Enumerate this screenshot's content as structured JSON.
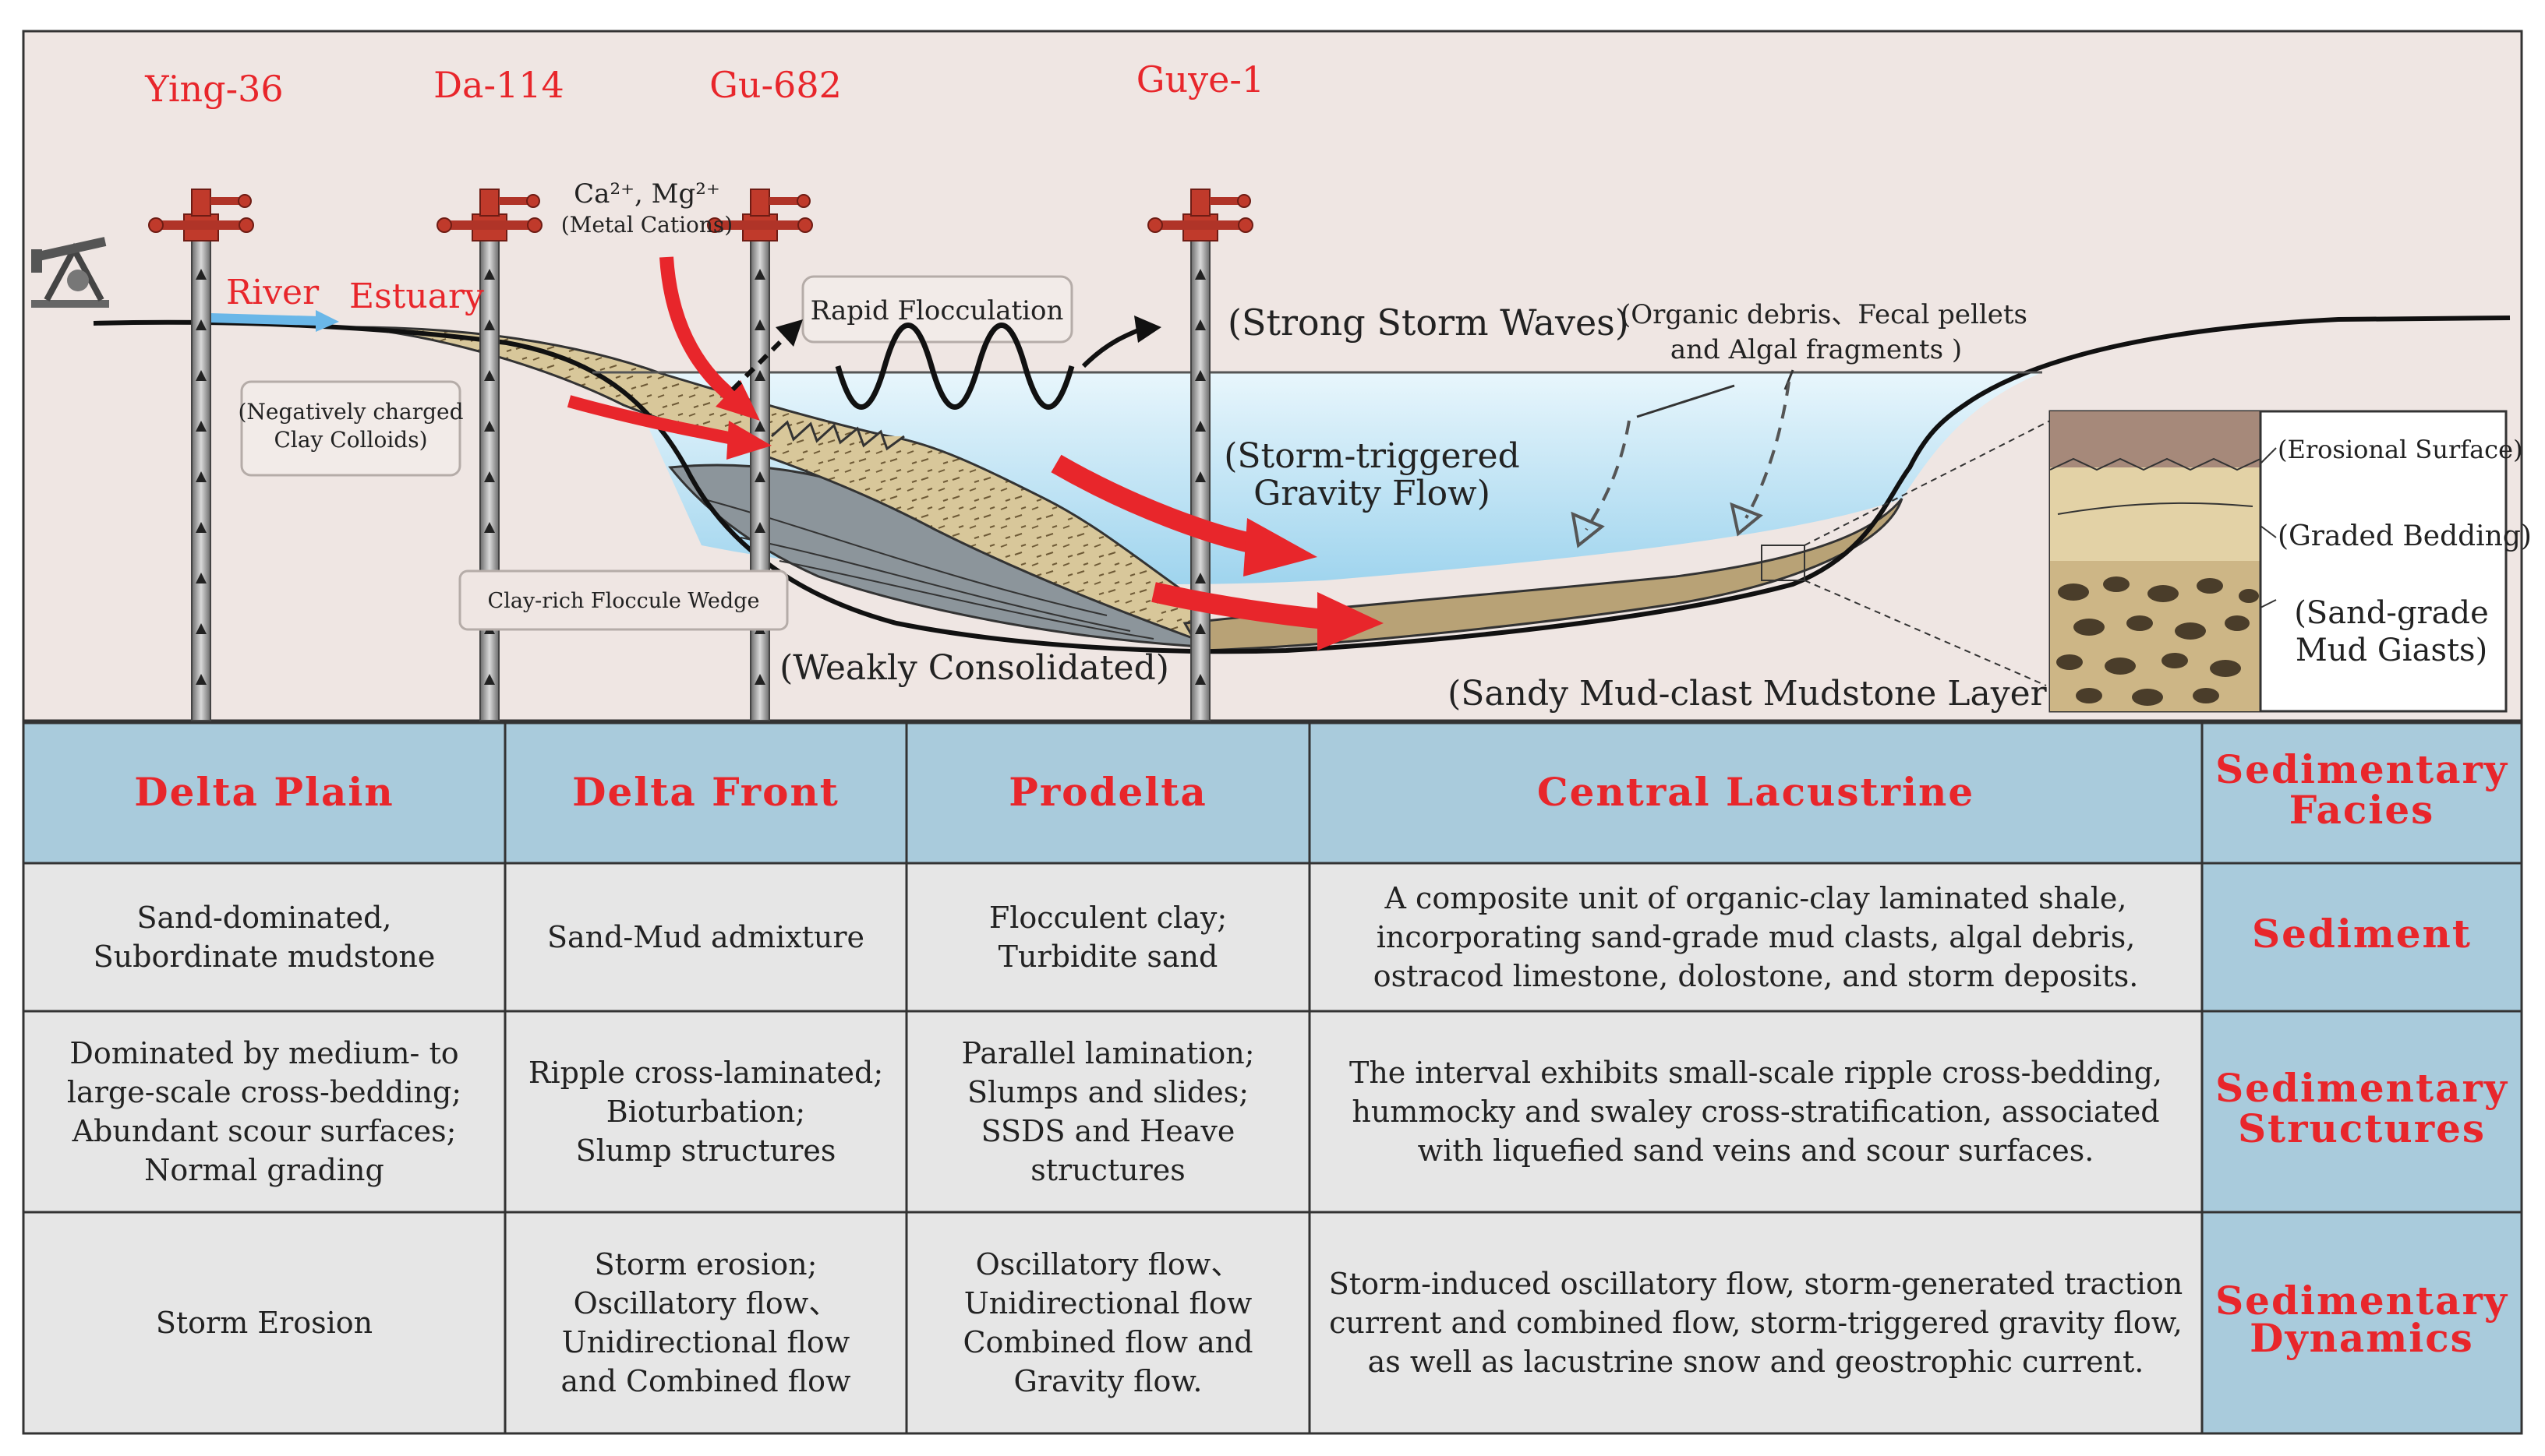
{
  "wells": [
    {
      "name": "Ying-36"
    },
    {
      "name": "Da-114"
    },
    {
      "name": "Gu-682"
    },
    {
      "name": "Guye-1"
    }
  ],
  "labels": {
    "river": "River",
    "estuary": "Estuary",
    "cations_line1": "Ca²⁺, Mg²⁺",
    "cations_line2": "(Metal Cations)",
    "rapid_flocculation": "Rapid Flocculation",
    "clay_colloids_line1": "(Negatively charged",
    "clay_colloids_line2": "Clay Colloids)",
    "storm_waves": "(Strong Storm Waves)",
    "organic_line1": "(Organic debris、Fecal pellets",
    "organic_line2": "and Algal fragments )",
    "gravity_line1": "(Storm-triggered",
    "gravity_line2": "Gravity Flow)",
    "floccule_wedge": "Clay-rich Floccule Wedge",
    "weakly_consolidated": "(Weakly Consolidated)",
    "mudstone_layer": "(Sandy Mud-clast Mudstone Layer)",
    "erosional_surface": "(Erosional Surface)",
    "graded_bedding": "(Graded Bedding)",
    "mud_giasts_line1": "(Sand-grade",
    "mud_giasts_line2": "Mud Giasts)"
  },
  "table": {
    "headers": [
      "Delta Plain",
      "Delta Front",
      "Prodelta",
      "Central Lacustrine"
    ],
    "side_headers": {
      "facies": [
        "Sedimentary",
        "Facies"
      ],
      "sediment": [
        "Sediment"
      ],
      "structures": [
        "Sedimentary",
        "Structures"
      ],
      "dynamics": [
        "Sedimentary",
        "Dynamics"
      ]
    },
    "sediment": [
      [
        "Sand-dominated,",
        "Subordinate mudstone"
      ],
      [
        "Sand-Mud admixture"
      ],
      [
        "Flocculent clay;",
        "Turbidite sand"
      ],
      [
        "A composite unit of organic-clay laminated shale,",
        "incorporating sand-grade mud clasts, algal debris,",
        "ostracod limestone, dolostone, and storm deposits."
      ]
    ],
    "structures": [
      [
        "Dominated by medium- to",
        "large-scale cross-bedding;",
        "Abundant scour surfaces;",
        "Normal grading"
      ],
      [
        "Ripple cross-laminated;",
        "Bioturbation;",
        "Slump structures"
      ],
      [
        "Parallel lamination;",
        "Slumps and slides;",
        "SSDS  and  Heave",
        "structures"
      ],
      [
        "The interval exhibits small-scale ripple cross-bedding,",
        "hummocky and swaley cross-stratification, associated",
        "with liquefied sand veins and scour surfaces."
      ]
    ],
    "dynamics": [
      [
        "Storm Erosion"
      ],
      [
        "Storm erosion;",
        "Oscillatory flow、",
        "Unidirectional flow",
        "and Combined flow"
      ],
      [
        "Oscillatory flow、",
        "Unidirectional flow",
        "Combined flow and",
        "Gravity flow."
      ],
      [
        "Storm-induced oscillatory flow, storm-generated traction",
        "current and combined flow, storm-triggered gravity flow,",
        "as well as lacustrine snow and geostrophic current."
      ]
    ]
  },
  "colors": {
    "accent_red": "#e8262b",
    "header_blue": "#a9cbdc",
    "cell_gray": "#e6e6e6",
    "diagram_bg": "#efe6e3",
    "water": "#bfe3f4",
    "sand": "#d8c79a",
    "mud_gray": "#8c959b"
  }
}
